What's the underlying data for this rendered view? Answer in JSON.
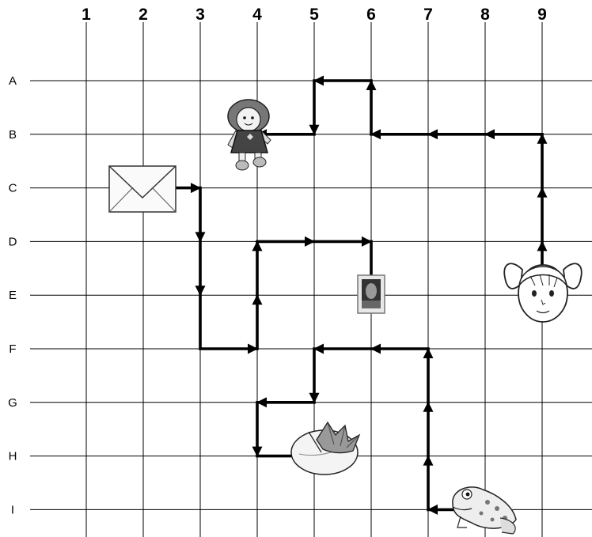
{
  "columns": [
    "1",
    "2",
    "3",
    "4",
    "5",
    "6",
    "7",
    "8",
    "9"
  ],
  "rows": [
    "A",
    "B",
    "C",
    "D",
    "E",
    "F",
    "G",
    "H",
    "I"
  ],
  "icons": [
    {
      "name": "envelope-icon",
      "cell": [
        "C",
        "2"
      ]
    },
    {
      "name": "doll-icon",
      "cell": [
        "B",
        "4"
      ]
    },
    {
      "name": "photo-icon",
      "cell": [
        "E",
        "6"
      ]
    },
    {
      "name": "girl-face-icon",
      "cell": [
        "E",
        "9"
      ]
    },
    {
      "name": "lily-pad-icon",
      "cell": [
        "H",
        "5"
      ]
    },
    {
      "name": "frog-icon",
      "cell": [
        "I",
        "8"
      ]
    }
  ],
  "paths": [
    {
      "name": "path-envelope-to-lily-pad",
      "points": [
        [
          "C",
          "2"
        ],
        [
          "C",
          "3"
        ],
        [
          "F",
          "3"
        ],
        [
          "F",
          "4"
        ],
        [
          "D",
          "4"
        ],
        [
          "D",
          "6"
        ],
        [
          "E",
          "6"
        ]
      ],
      "arrows": [
        {
          "at": [
            "C",
            "3"
          ],
          "dir": "right"
        },
        {
          "at": [
            "D",
            "3"
          ],
          "dir": "down"
        },
        {
          "at": [
            "E",
            "3"
          ],
          "dir": "down"
        },
        {
          "at": [
            "F",
            "4"
          ],
          "dir": "right"
        },
        {
          "at": [
            "E",
            "4"
          ],
          "dir": "up"
        },
        {
          "at": [
            "D",
            "4"
          ],
          "dir": "up"
        },
        {
          "at": [
            "D",
            "5"
          ],
          "dir": "right"
        },
        {
          "at": [
            "D",
            "6"
          ],
          "dir": "right"
        },
        {
          "at": [
            "E",
            "6"
          ],
          "dir": "down"
        }
      ]
    },
    {
      "name": "path-frog-to-lily-pad",
      "points": [
        [
          "I",
          "8"
        ],
        [
          "I",
          "7"
        ],
        [
          "F",
          "7"
        ],
        [
          "F",
          "5"
        ],
        [
          "G",
          "5"
        ],
        [
          "G",
          "4"
        ],
        [
          "H",
          "4"
        ],
        [
          "H",
          "5"
        ]
      ],
      "arrows": [
        {
          "at": [
            "I",
            "7"
          ],
          "dir": "left"
        },
        {
          "at": [
            "H",
            "7"
          ],
          "dir": "up"
        },
        {
          "at": [
            "G",
            "7"
          ],
          "dir": "up"
        },
        {
          "at": [
            "F",
            "7"
          ],
          "dir": "up"
        },
        {
          "at": [
            "F",
            "6"
          ],
          "dir": "left"
        },
        {
          "at": [
            "F",
            "5"
          ],
          "dir": "left"
        },
        {
          "at": [
            "G",
            "5"
          ],
          "dir": "down"
        },
        {
          "at": [
            "G",
            "4"
          ],
          "dir": "left"
        },
        {
          "at": [
            "H",
            "4"
          ],
          "dir": "down"
        },
        {
          "at": [
            "H",
            "5"
          ],
          "dir": "right"
        }
      ]
    },
    {
      "name": "path-girl-to-doll",
      "points": [
        [
          "E",
          "9"
        ],
        [
          "B",
          "9"
        ],
        [
          "B",
          "6"
        ],
        [
          "A",
          "6"
        ],
        [
          "A",
          "5"
        ],
        [
          "B",
          "5"
        ],
        [
          "B",
          "4"
        ]
      ],
      "arrows": [
        {
          "at": [
            "D",
            "9"
          ],
          "dir": "up"
        },
        {
          "at": [
            "C",
            "9"
          ],
          "dir": "up"
        },
        {
          "at": [
            "B",
            "9"
          ],
          "dir": "up"
        },
        {
          "at": [
            "B",
            "8"
          ],
          "dir": "left"
        },
        {
          "at": [
            "B",
            "7"
          ],
          "dir": "left"
        },
        {
          "at": [
            "B",
            "6"
          ],
          "dir": "left"
        },
        {
          "at": [
            "A",
            "6"
          ],
          "dir": "up"
        },
        {
          "at": [
            "A",
            "5"
          ],
          "dir": "left"
        },
        {
          "at": [
            "B",
            "5"
          ],
          "dir": "down"
        },
        {
          "at": [
            "B",
            "4"
          ],
          "dir": "left"
        }
      ]
    }
  ]
}
